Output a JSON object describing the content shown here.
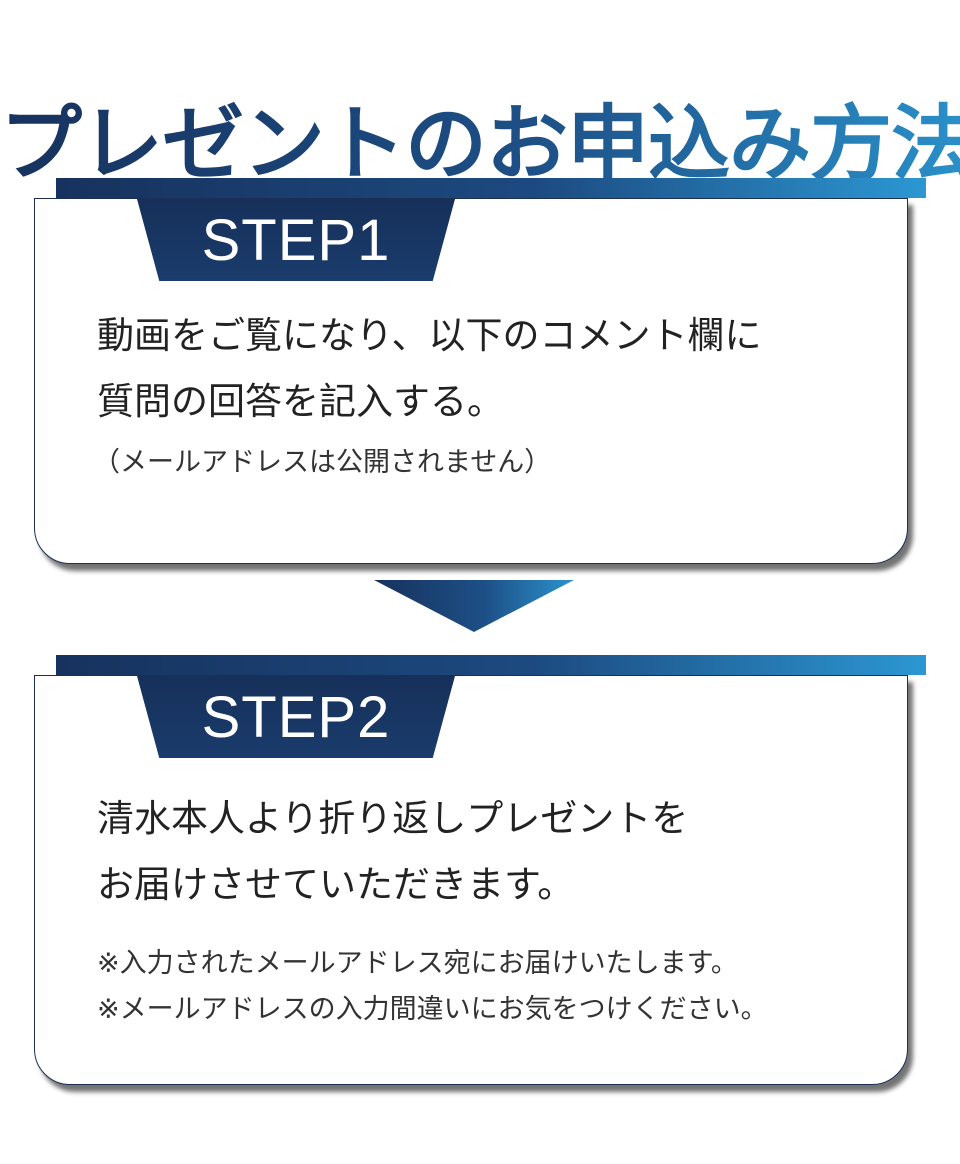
{
  "title": "プレゼントのお申込み方法",
  "steps": [
    {
      "label": "STEP1",
      "lines": [
        "動画をご覧になり、以下のコメント欄に",
        "質問の回答を記入する。"
      ],
      "notes": [
        "（メールアドレスは公開されません）"
      ]
    },
    {
      "label": "STEP2",
      "lines": [
        "清水本人より折り返しプレゼントを",
        "お届けさせていただきます。"
      ],
      "notes": [
        "※入力されたメールアドレス宛にお届けいたします。",
        "※メールアドレスの入力間違いにお気をつけください。"
      ]
    }
  ],
  "colors": {
    "navy": "#17325e",
    "blue": "#2c97d2",
    "text": "#222222"
  },
  "icons": {
    "divider_arrow": "triangle-down-icon"
  }
}
